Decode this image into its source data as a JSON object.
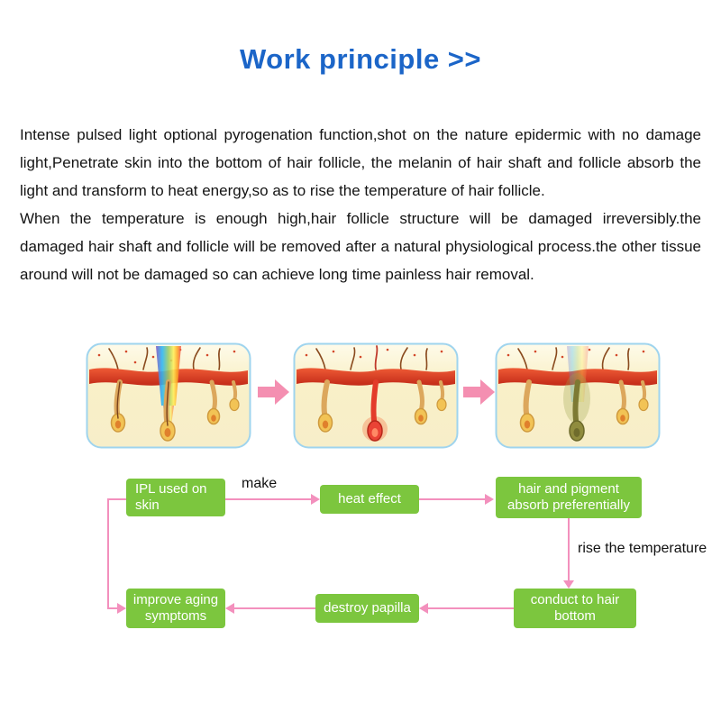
{
  "title": "Work principle >>",
  "intro": {
    "paragraph1": "Intense pulsed light optional pyrogenation function,shot on the nature epidermic with no damage light,Penetrate skin into the bottom of hair follicle, the melanin of hair shaft and follicle absorb the light and transform to heat energy,so as to rise the temperature of hair follicle.",
    "paragraph2": "When the temperature is enough high,hair follicle structure will be damaged irreversibly.the damaged hair shaft and follicle will be removed after a natural physiological process.the other tissue around will not be damaged so can achieve long time painless hair removal."
  },
  "flowchart": {
    "boxes": [
      {
        "label": "IPL used on skin"
      },
      {
        "label": "heat effect"
      },
      {
        "label": "hair and pigment absorb preferentially"
      },
      {
        "label": "improve aging symptoms"
      },
      {
        "label": "destroy papilla"
      },
      {
        "label": "conduct to hair bottom"
      }
    ],
    "edge_labels": {
      "make": "make",
      "rise_temperature": "rise the temperature"
    }
  },
  "colors": {
    "title_blue": "#1b65c8",
    "box_green": "#7cc63e",
    "connector_pink": "#f390bd",
    "arrow_pink": "#f48fb1"
  }
}
